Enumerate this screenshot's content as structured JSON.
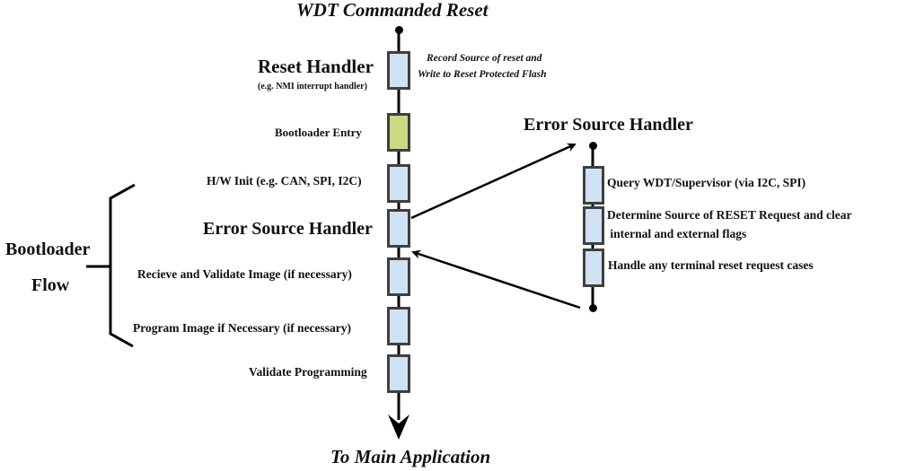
{
  "main_flow": {
    "start_label": "WDT Commanded Reset",
    "end_label": "To Main Application",
    "steps": [
      {
        "label": "Reset Handler",
        "sublabel": "(e.g. NMI interrupt handler)",
        "color": "#cfe2f3",
        "note_line1": "Record Source of reset and",
        "note_line2": "Write to  Reset Protected Flash"
      },
      {
        "label": "Bootloader Entry",
        "color": "#c9dc84"
      },
      {
        "label": "H/W Init (e.g. CAN, SPI, I2C)",
        "color": "#cfe2f3"
      },
      {
        "label": "Error Source Handler",
        "color": "#cfe2f3"
      },
      {
        "label": "Recieve and Validate Image (if necessary)",
        "color": "#cfe2f3"
      },
      {
        "label": "Program Image if Necessary (if necessary)",
        "color": "#cfe2f3"
      },
      {
        "label": "Validate Programming",
        "color": "#cfe2f3"
      }
    ]
  },
  "group": {
    "label_line1": "Bootloader",
    "label_line2": "Flow"
  },
  "sub_flow": {
    "title": "Error  Source Handler",
    "steps": [
      {
        "label": "Query WDT/Supervisor (via I2C, SPI)"
      },
      {
        "label_line1": "Determine Source of RESET Request and clear",
        "label_line2": " internal and external flags"
      },
      {
        "label": "Handle any terminal reset request cases"
      }
    ]
  },
  "colors": {
    "box_fill": "#cfe2f3",
    "entry_fill": "#c9dc84",
    "box_border": "#3f3f3f",
    "line": "#000000"
  }
}
